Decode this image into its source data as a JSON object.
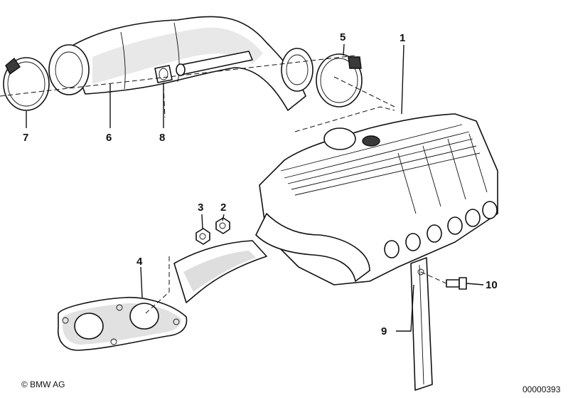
{
  "diagram": {
    "callouts": [
      {
        "id": "1",
        "label": "1"
      },
      {
        "id": "2",
        "label": "2"
      },
      {
        "id": "3",
        "label": "3"
      },
      {
        "id": "4",
        "label": "4"
      },
      {
        "id": "5",
        "label": "5"
      },
      {
        "id": "6",
        "label": "6"
      },
      {
        "id": "7",
        "label": "7"
      },
      {
        "id": "8",
        "label": "8"
      },
      {
        "id": "9",
        "label": "9"
      },
      {
        "id": "10",
        "label": "10"
      }
    ],
    "copyright": "© BMW AG",
    "catalog_number": "00000393"
  }
}
